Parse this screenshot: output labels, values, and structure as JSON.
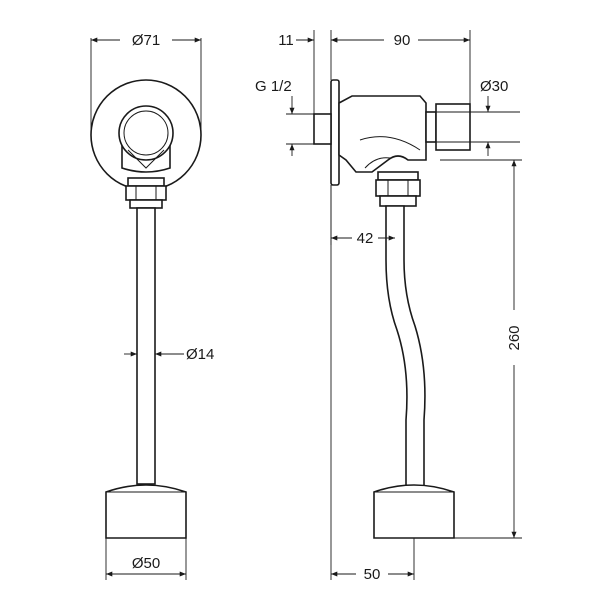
{
  "dimensions": {
    "front_flange_diameter": "Ø71",
    "front_pipe_diameter": "Ø14",
    "front_base_diameter": "Ø50",
    "side_flange_thickness": "11",
    "side_overall_depth": "90",
    "side_thread": "G 1/2",
    "side_button_diameter": "Ø30",
    "side_pipe_offset": "42",
    "side_overall_height": "260",
    "side_base_offset": "50"
  }
}
